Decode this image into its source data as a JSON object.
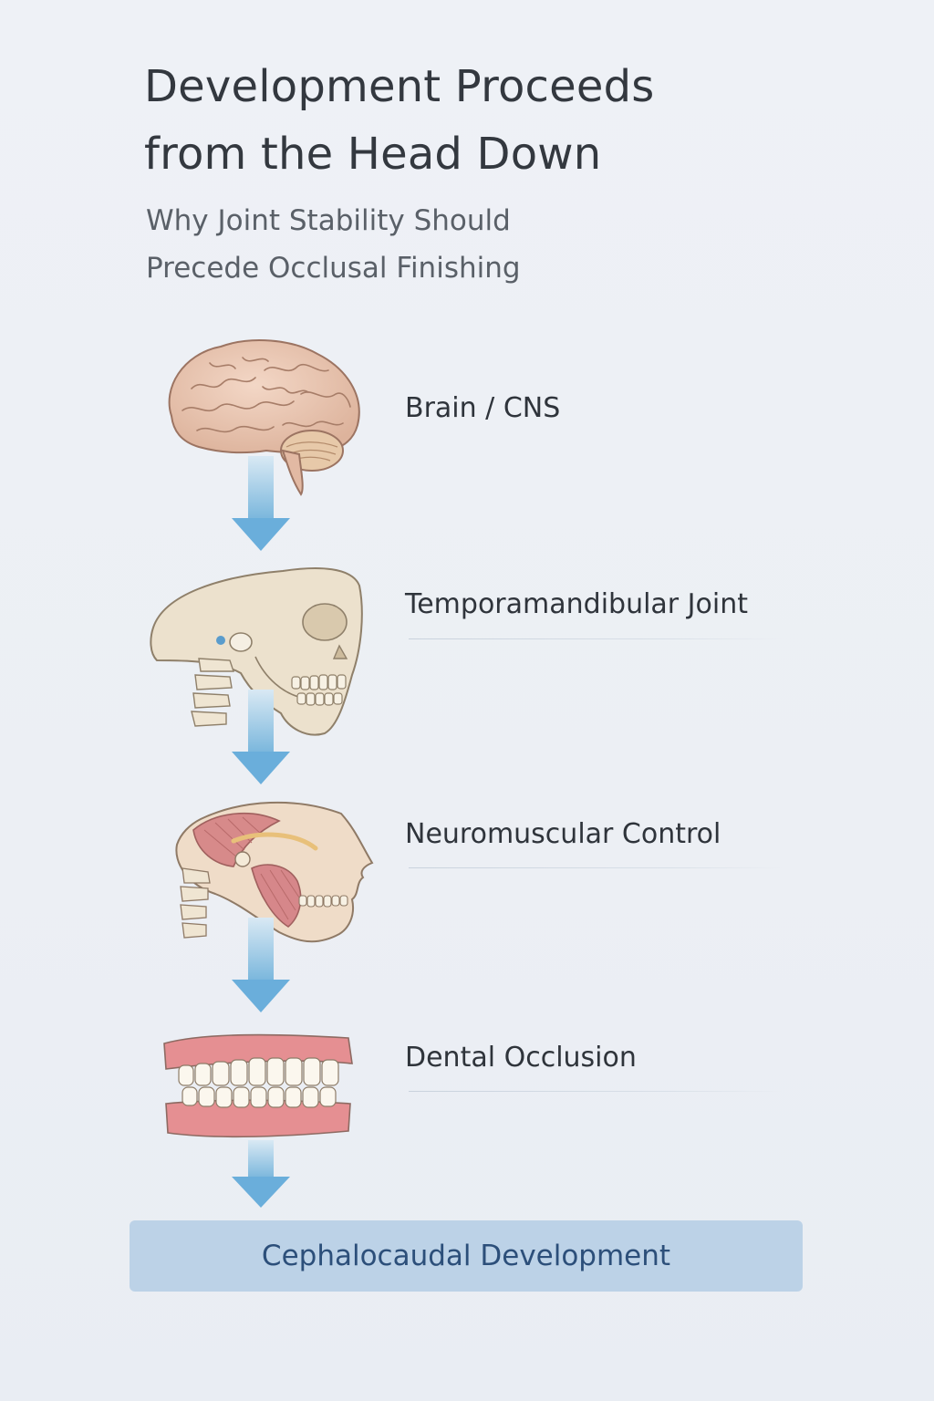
{
  "header": {
    "title_line1": "Development Proceeds",
    "title_line2": "from the Head Down",
    "subtitle_line1": "Why Joint Stability Should",
    "subtitle_line2": "Precede Occlusal Finishing"
  },
  "steps": [
    {
      "label": "Brain / CNS",
      "icon": "brain-icon"
    },
    {
      "label": "Temporamandibular Joint",
      "icon": "skull-tmj-icon"
    },
    {
      "label": "Neuromuscular Control",
      "icon": "head-muscles-icon"
    },
    {
      "label": "Dental Occlusion",
      "icon": "dentition-icon"
    }
  ],
  "footer": {
    "label": "Cephalocaudal Development"
  },
  "colors": {
    "arrow": "#6fb0da",
    "footer_bg": "#bcd2e7",
    "footer_text": "#2c4f7a",
    "title": "#33383f"
  }
}
